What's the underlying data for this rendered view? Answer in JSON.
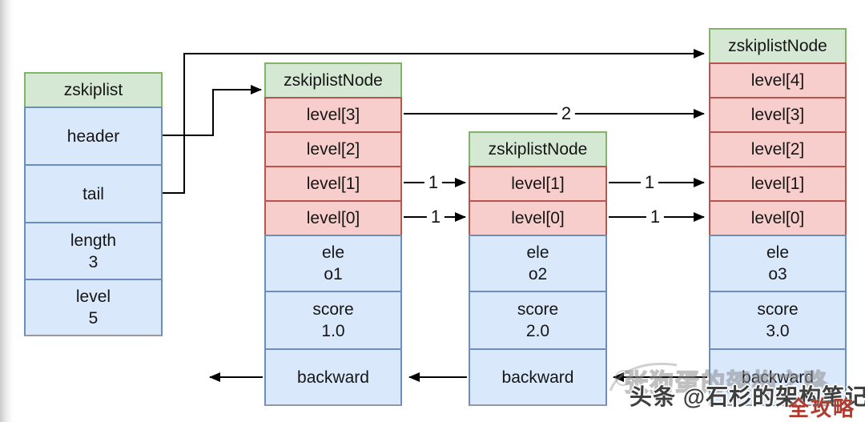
{
  "colors": {
    "green_fill": "#d5e8d4",
    "green_border": "#82b366",
    "pink_fill": "#f8cecc",
    "pink_border": "#b85450",
    "blue_fill": "#dae8fc",
    "blue_border": "#6c8ebf",
    "line": "#000000",
    "watermark_main": "#3f3f3f",
    "watermark_badge": "#b03a2e"
  },
  "zskiplist": {
    "title": "zskiplist",
    "header": "header",
    "tail": "tail",
    "length_label": "length",
    "length_value": "3",
    "level_label": "level",
    "level_value": "5"
  },
  "node1": {
    "title": "zskiplistNode",
    "level3": "level[3]",
    "level2": "level[2]",
    "level1": "level[1]",
    "level0": "level[0]",
    "ele_label": "ele",
    "ele_value": "o1",
    "score_label": "score",
    "score_value": "1.0",
    "backward": "backward"
  },
  "node2": {
    "title": "zskiplistNode",
    "level1": "level[1]",
    "level0": "level[0]",
    "ele_label": "ele",
    "ele_value": "o2",
    "score_label": "score",
    "score_value": "2.0",
    "backward": "backward"
  },
  "node3": {
    "title": "zskiplistNode",
    "level4": "level[4]",
    "level3": "level[3]",
    "level2": "level[2]",
    "level1": "level[1]",
    "level0": "level[0]",
    "ele_label": "ele",
    "ele_value": "o3",
    "score_label": "score",
    "score_value": "3.0",
    "backward": "backward"
  },
  "edge_labels": {
    "node1_to_node3_level3": "2",
    "node1_to_node2_level1": "1",
    "node1_to_node2_level0": "1",
    "node2_to_node3_level1": "1",
    "node2_to_node3_level0": "1"
  },
  "watermark": {
    "faint": "张狗蛋的架构之路",
    "main": "头条 @石杉的架构笔记",
    "badge": "全攻略"
  }
}
